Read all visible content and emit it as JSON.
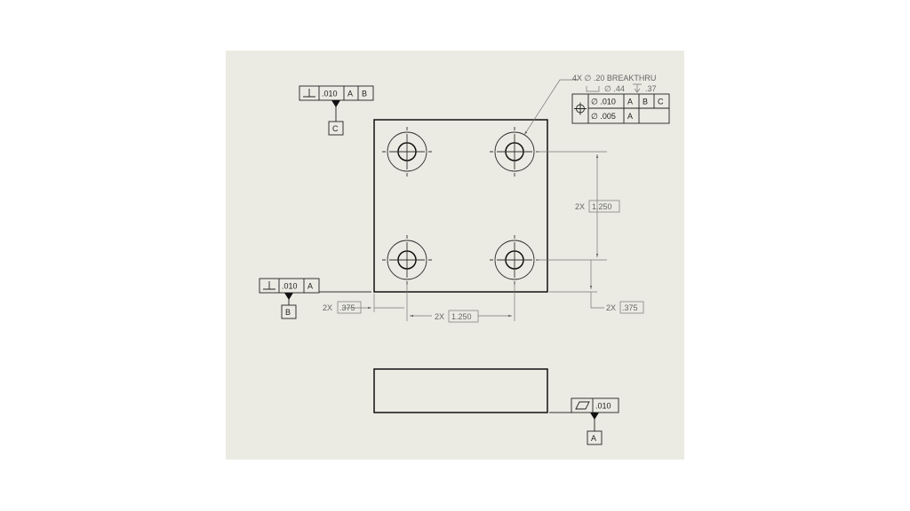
{
  "colors": {
    "sheet": "#ebebe3",
    "line": "#111111",
    "dimension": "#777777"
  },
  "top_view": {
    "datum_c_fcf": {
      "symbol": "perpendicularity-icon",
      "tolerance": ".010",
      "datum_1": "A",
      "datum_2": "B"
    },
    "datum_c_label": "C",
    "datum_b_fcf": {
      "symbol": "perpendicularity-icon",
      "tolerance": ".010",
      "datum_1": "A"
    },
    "datum_b_label": "B",
    "hole_callout": {
      "line1": "4X ∅ .20 BREAKTHRU",
      "cbore_dia": "∅ .44",
      "cbore_depth": ".37",
      "fcf_row1": {
        "symbol": "position-icon",
        "tolerance": "∅ .010",
        "datum_1": "A",
        "datum_2": "B",
        "datum_3": "C"
      },
      "fcf_row2": {
        "tolerance": "∅ .005",
        "datum_1": "A"
      }
    },
    "dims": {
      "vertical_spacing": {
        "prefix": "2X",
        "value": "1.250"
      },
      "horizontal_spacing": {
        "prefix": "2X",
        "value": "1.250"
      },
      "left_edge": {
        "prefix": "2X",
        "value": ".375"
      },
      "bottom_edge": {
        "prefix": "2X",
        "value": ".375"
      }
    }
  },
  "front_view": {
    "datum_a_fcf": {
      "symbol": "flatness-icon",
      "tolerance": ".010"
    },
    "datum_a_label": "A"
  }
}
